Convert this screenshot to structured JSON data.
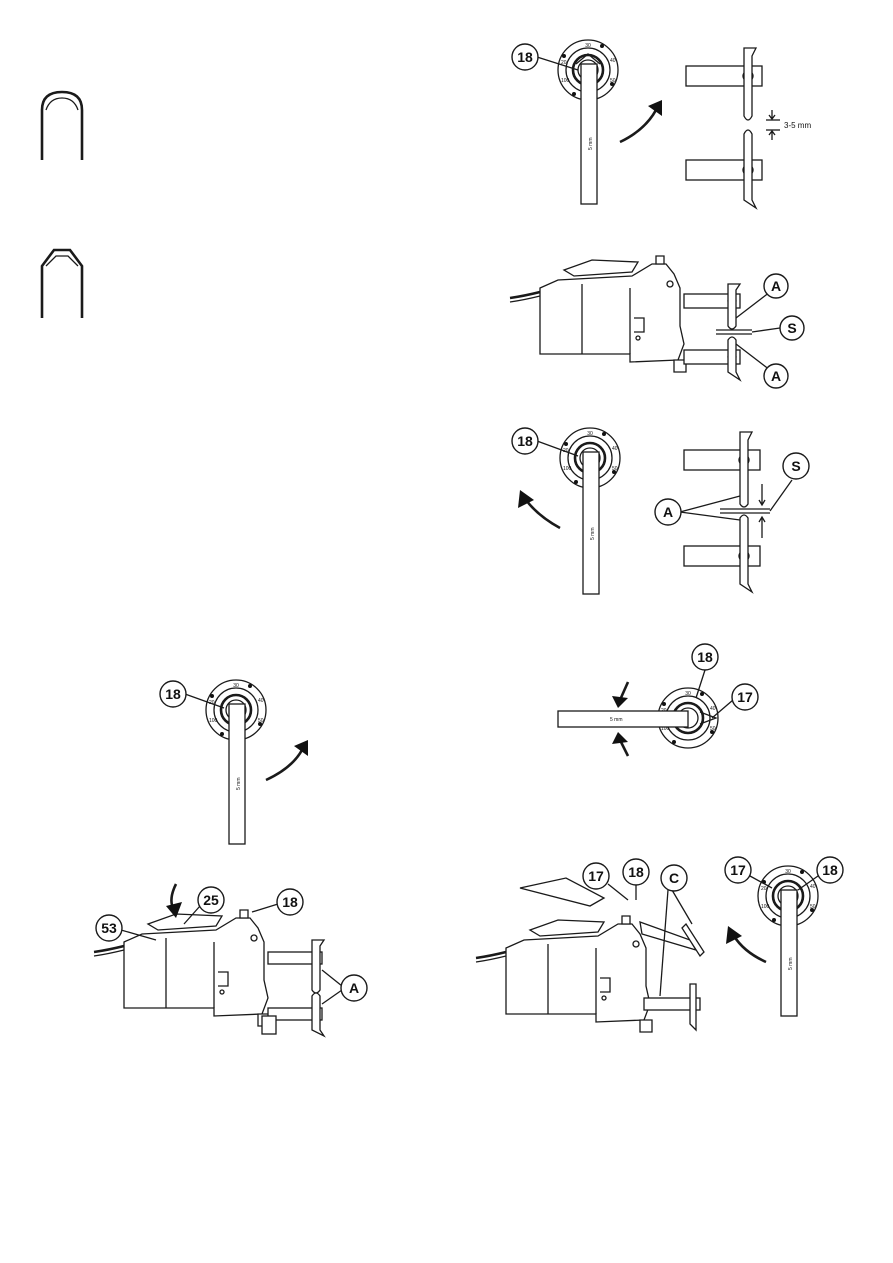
{
  "labels": {
    "num18": "18",
    "num17": "17",
    "num25": "25",
    "num53": "53",
    "letterA": "A",
    "letterS": "S",
    "letterC": "C",
    "gap": "3-5 mm",
    "key": "5 mm"
  },
  "icons": [
    "rounded-electrode-tip-icon",
    "pointed-electrode-tip-icon",
    "curved-arrow-icon",
    "hex-key-icon",
    "adjustment-dial-icon",
    "welding-gun-icon"
  ]
}
